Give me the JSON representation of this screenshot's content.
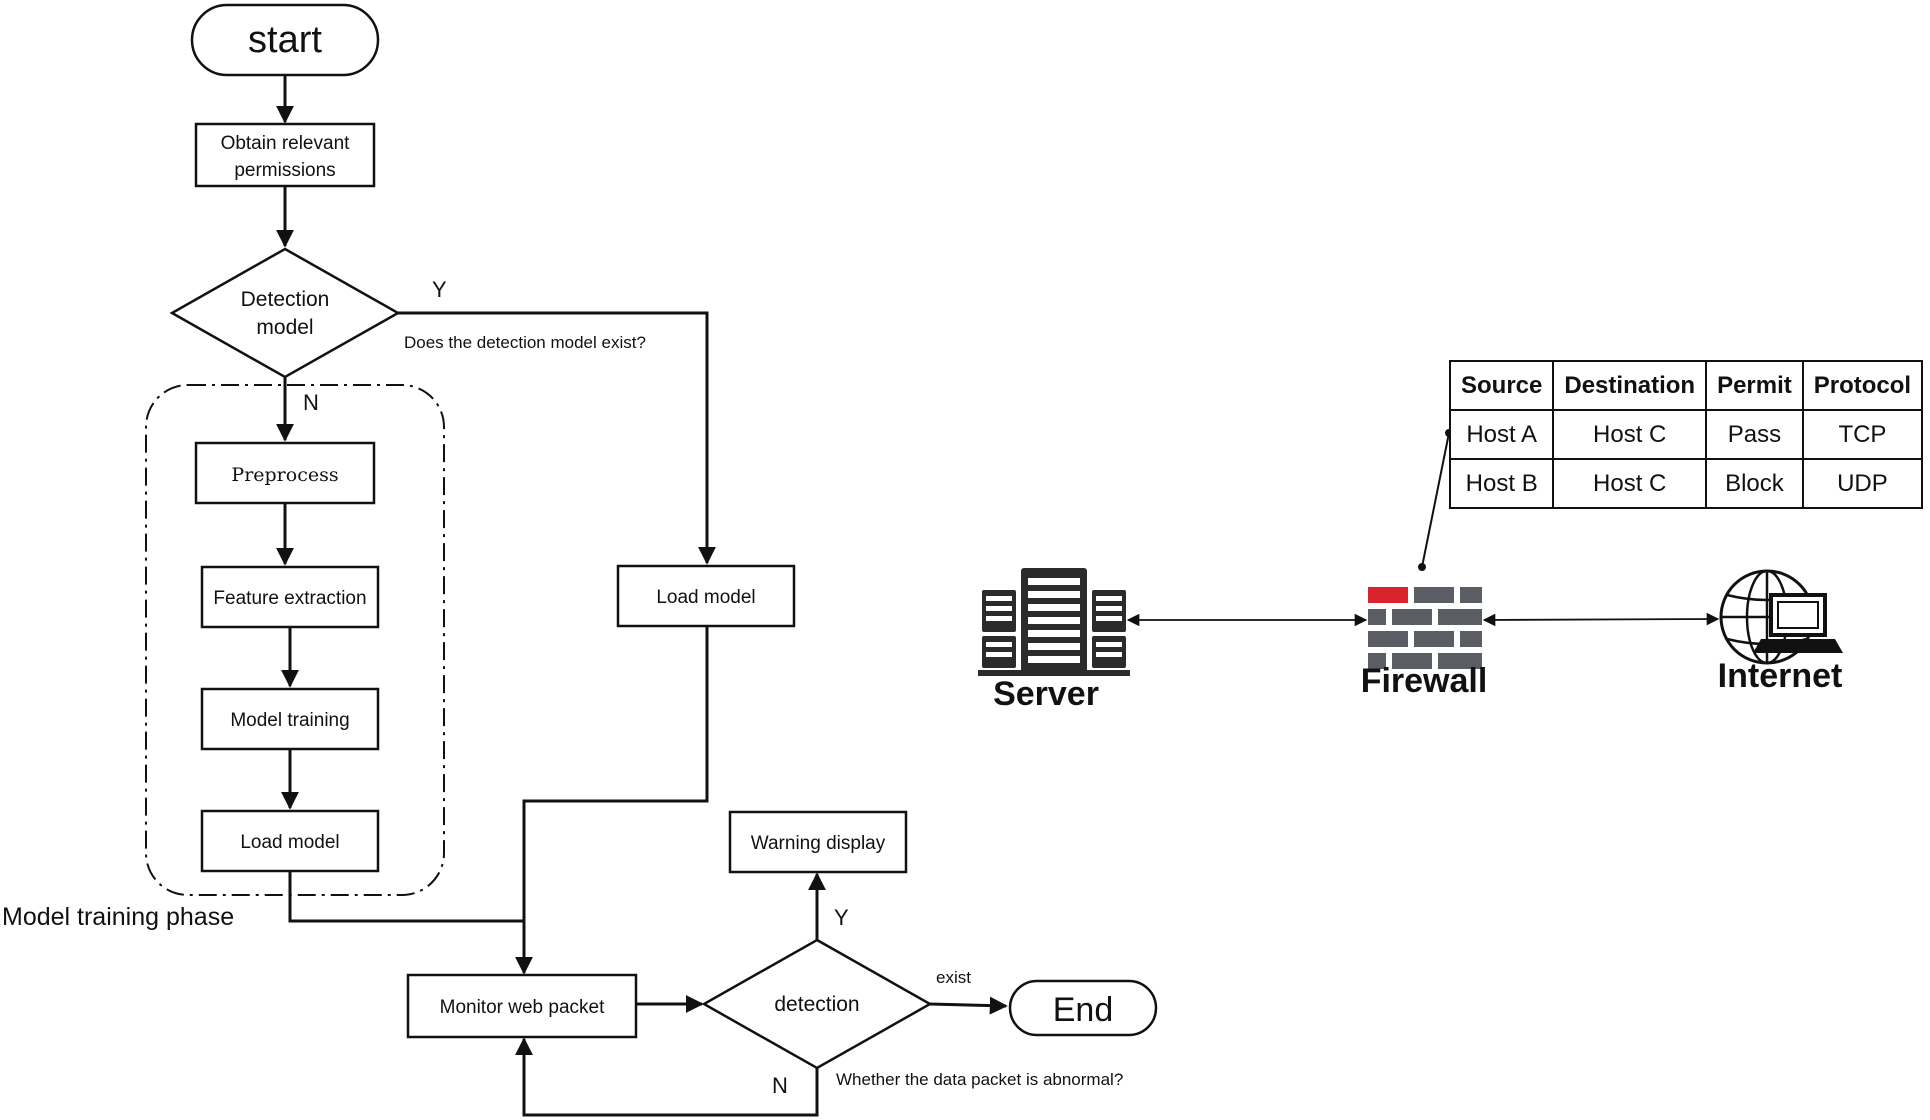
{
  "flowchart": {
    "start": "start",
    "permissions": [
      "Obtain relevant",
      "permissions"
    ],
    "detection_model": [
      "Detection",
      "model"
    ],
    "yes_label": "Y",
    "no_label": "N",
    "model_exists_question": "Does the detection model exist?",
    "preprocess": "Preprocess",
    "feature_extraction": "Feature extraction",
    "model_training": "Model training",
    "load_model_training": "Load model",
    "load_model": "Load model",
    "training_phase_label": "Model training phase",
    "warning_display": "Warning display",
    "monitor_packet": "Monitor web packet",
    "detection": "detection",
    "exist_label": "exist",
    "end": "End",
    "packet_question": "Whether the data packet is abnormal?"
  },
  "network": {
    "server_label": "Server",
    "firewall_label": "Firewall",
    "internet_label": "Internet",
    "icons": [
      "server-rack-icon",
      "firewall-brick-icon",
      "globe-computer-icon"
    ],
    "firewall_accent": "#d9232e",
    "firewall_brick": "#5a5d63"
  },
  "rule_table": {
    "headers": [
      "Source",
      "Destination",
      "Permit",
      "Protocol"
    ],
    "rows": [
      [
        "Host A",
        "Host C",
        "Pass",
        "TCP"
      ],
      [
        "Host B",
        "Host C",
        "Block",
        "UDP"
      ]
    ]
  }
}
